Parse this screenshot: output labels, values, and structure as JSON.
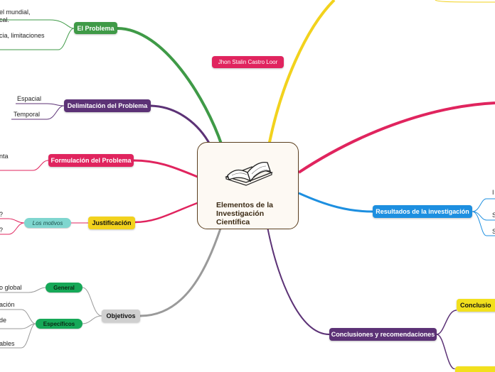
{
  "center": {
    "title": "Elementos de la\nInvestigación\nCientífica",
    "icon": "open-book-icon"
  },
  "author": {
    "label": "Jhon Stalin Castro Loor",
    "color": "#e0245e"
  },
  "branches": {
    "problema": {
      "label": "El Problema",
      "color": "#3f9a47",
      "leaves": [
        "el mundial,",
        "cal.",
        "cia, limitaciones"
      ]
    },
    "delimitacion": {
      "label": "Delimitación del Problema",
      "color": "#5c3276",
      "leaves": [
        "Espacial",
        "Temporal"
      ]
    },
    "formulacion": {
      "label": "Formulación del Problema",
      "color": "#e0245e",
      "leaves": [
        "nta"
      ]
    },
    "justificacion": {
      "label": "Justificación",
      "color": "#f2d21d",
      "sub": "Los motivos",
      "sub_color": "#7fd6cf",
      "leaves": [
        "?",
        "?"
      ]
    },
    "objetivos": {
      "label": "Objetivos",
      "color": "#cfcfcf",
      "general": {
        "label": "General",
        "color": "#16a858",
        "leaves": [
          "o global"
        ]
      },
      "especificos": {
        "label": "Específicos",
        "color": "#16a858",
        "leaves": [
          "ación",
          "de",
          "ables"
        ]
      }
    },
    "resultados": {
      "label": "Resultados de la investigación",
      "color": "#1d8fe0",
      "leaves": [
        "I",
        "S",
        "S"
      ]
    },
    "conclusiones": {
      "label": "Conclusiones y recomendaciones",
      "color": "#5c3276",
      "sub": "Conclusio",
      "sub_color": "#f2e01d"
    }
  },
  "colors": {
    "green": "#3f9a47",
    "purple": "#5c3276",
    "crimson": "#e0245e",
    "yellow": "#f2d21d",
    "gray": "#9a9a9a",
    "blue": "#1d8fe0",
    "dark_brown": "#5a3e1e"
  }
}
